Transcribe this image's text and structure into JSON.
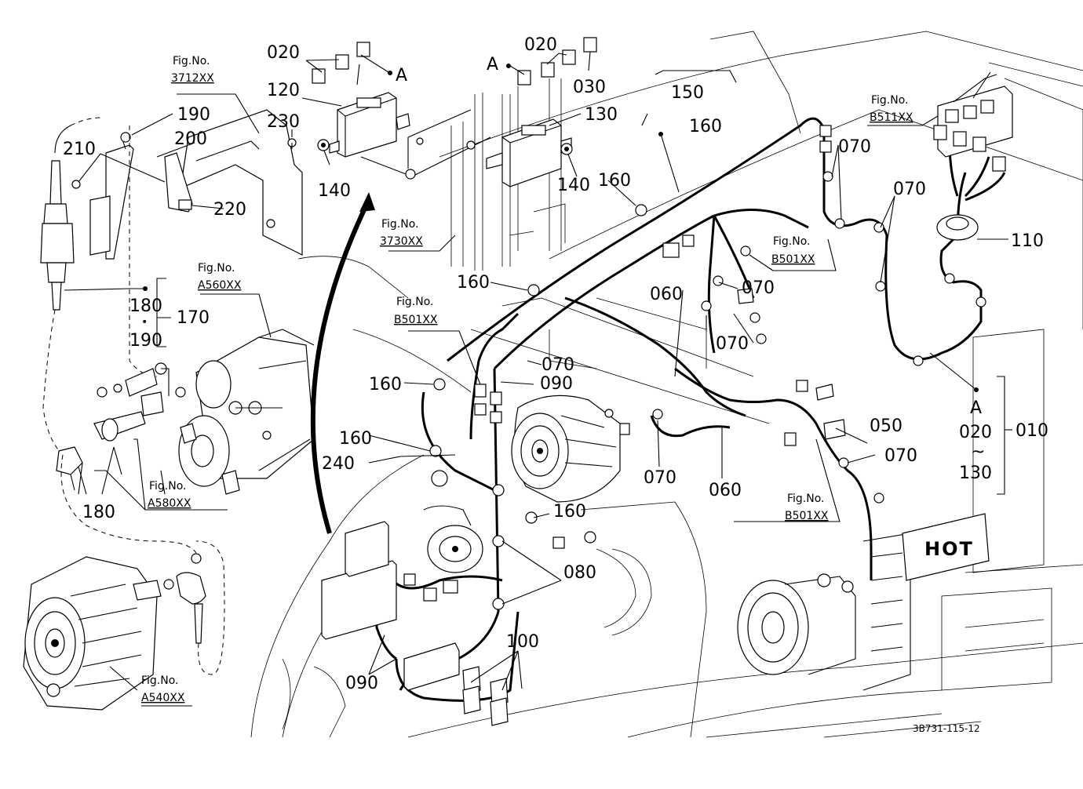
{
  "callouts": {
    "c010": "010",
    "c020a": "020",
    "c020b": "020",
    "c030": "030",
    "c050": "050",
    "c060a": "060",
    "c060b": "060",
    "c070a": "070",
    "c070b": "070",
    "c070c": "070",
    "c070d": "070",
    "c070e": "070",
    "c070f": "070",
    "c070g": "070",
    "c080": "080",
    "c090a": "090",
    "c090b": "090",
    "c100": "100",
    "c110": "110",
    "c120": "120",
    "c130": "130",
    "c140a": "140",
    "c140b": "140",
    "c150": "150",
    "c160a": "160",
    "c160b": "160",
    "c160c": "160",
    "c160d": "160",
    "c160e": "160",
    "c160f": "160",
    "c170": "170",
    "c180a": "180",
    "c180b": "180",
    "c190a": "190",
    "c190b": "190",
    "c200": "200",
    "c210": "210",
    "c220": "220",
    "c230": "230",
    "c240": "240",
    "markA1": "A",
    "markA2": "A",
    "markA3": "A",
    "range020": "020",
    "range130": "130",
    "tilde": "~",
    "dot": "•"
  },
  "fig_refs": {
    "fig_label": "Fig.No.",
    "r3712": "3712XX",
    "r3730": "3730XX",
    "rA560": "A560XX",
    "rA580": "A580XX",
    "rA540": "A540XX",
    "rB511": "B511XX",
    "rB501a": "B501XX",
    "rB501b": "B501XX",
    "rB501c": "B501XX"
  },
  "engine_plate": "HOT",
  "drawing_number": "3B731-115-12"
}
